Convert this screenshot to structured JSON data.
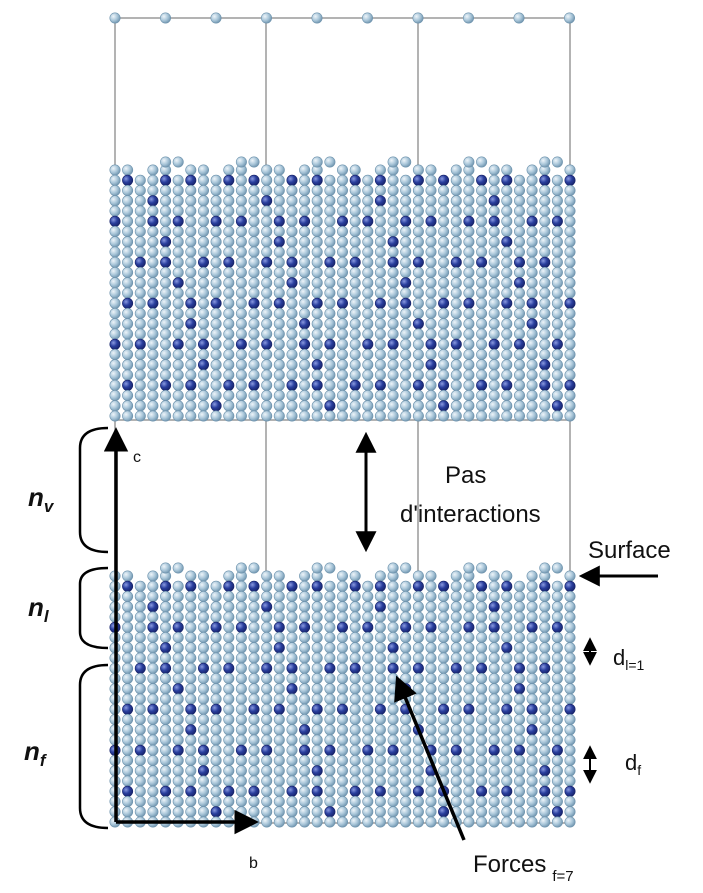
{
  "labels": {
    "axis_c": "c",
    "axis_b": "b",
    "n_v": "n",
    "n_v_sub": "v",
    "n_l": "n",
    "n_l_sub": "l",
    "n_f": "n",
    "n_f_sub": "f",
    "interaction_line1": "Pas",
    "interaction_line2": "d'interactions",
    "surface": "Surface",
    "d_l": "d",
    "d_l_sub": "l=1",
    "d_f": "d",
    "d_f_sub": "f",
    "forces": "Forces",
    "forces_sub": "f=7"
  },
  "colors": {
    "light_atom": "#a9c6d9",
    "light_atom_edge": "#6e93ad",
    "dark_atom": "#2a3f9e",
    "dark_atom_edge": "#17236a",
    "cell_line": "#9a9a9a",
    "arrow": "#000000"
  }
}
